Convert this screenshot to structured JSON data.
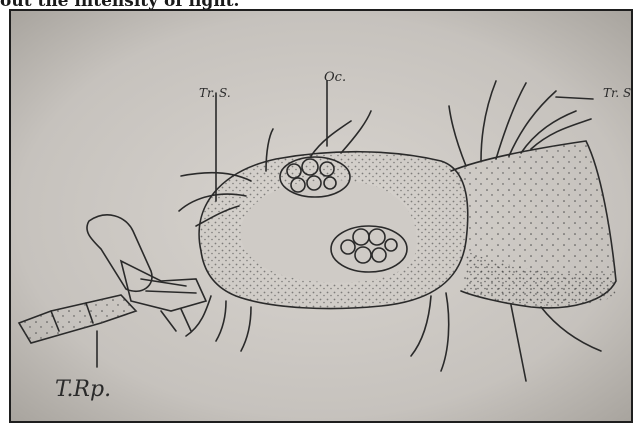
{
  "caption": "out the intensity of light.",
  "labels": {
    "tr_s_left": "Tr. S.",
    "oc": "Oc.",
    "tr_s_right": "Tr. S.",
    "t_rp": "T.Rp."
  },
  "colors": {
    "paper": "#c9c5c1",
    "ink": "#2a2a2a",
    "frame": "#1e1e1e"
  }
}
